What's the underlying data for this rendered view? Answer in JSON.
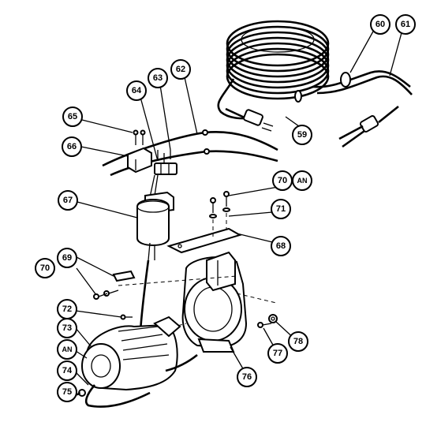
{
  "callouts": {
    "c59": "59",
    "c60": "60",
    "c61": "61",
    "c62": "62",
    "c63": "63",
    "c64": "64",
    "c65": "65",
    "c66": "66",
    "c67": "67",
    "c68": "68",
    "c69": "69",
    "c70a": "70",
    "c70b": "70",
    "c71": "71",
    "c72": "72",
    "c73": "73",
    "c74": "74",
    "c75": "75",
    "c76": "76",
    "c77": "77",
    "c78": "78",
    "an1": "AN",
    "an2": "AN"
  }
}
